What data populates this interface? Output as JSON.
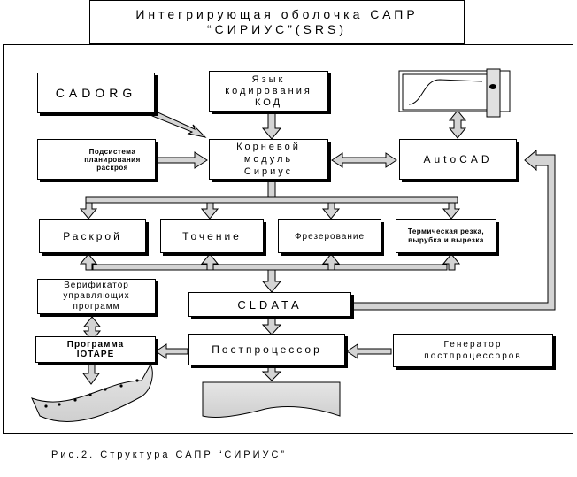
{
  "header": {
    "title_line1": "Интегрирующая оболочка САПР",
    "title_line2": "“СИРИУС”(SRS)"
  },
  "nodes": {
    "cadorg": "CADORG",
    "lang": "Язык кодирования КОД",
    "subsystem": "Подсистема планирования раскроя",
    "root": "Корневой модуль Сириус",
    "autocad": "AutoCAD",
    "raskroy": "Раскрой",
    "tochenie": "Точение",
    "frezer": "Фрезерование",
    "termo": "Термическая резка, вырубка и вырезка",
    "verif": "Верификатор управляющих программ",
    "cldata": "CLDATA",
    "iotape": "Программа IOTAPE",
    "postproc": "Постпроцессор",
    "generator": "Генератор постпроцессоров"
  },
  "caption": "Рис.2. Структура САПР “СИРИУС”",
  "colors": {
    "arrow_fill": "#d4d4d4",
    "line": "#000000",
    "tape_fill": "#d9d9d9"
  }
}
